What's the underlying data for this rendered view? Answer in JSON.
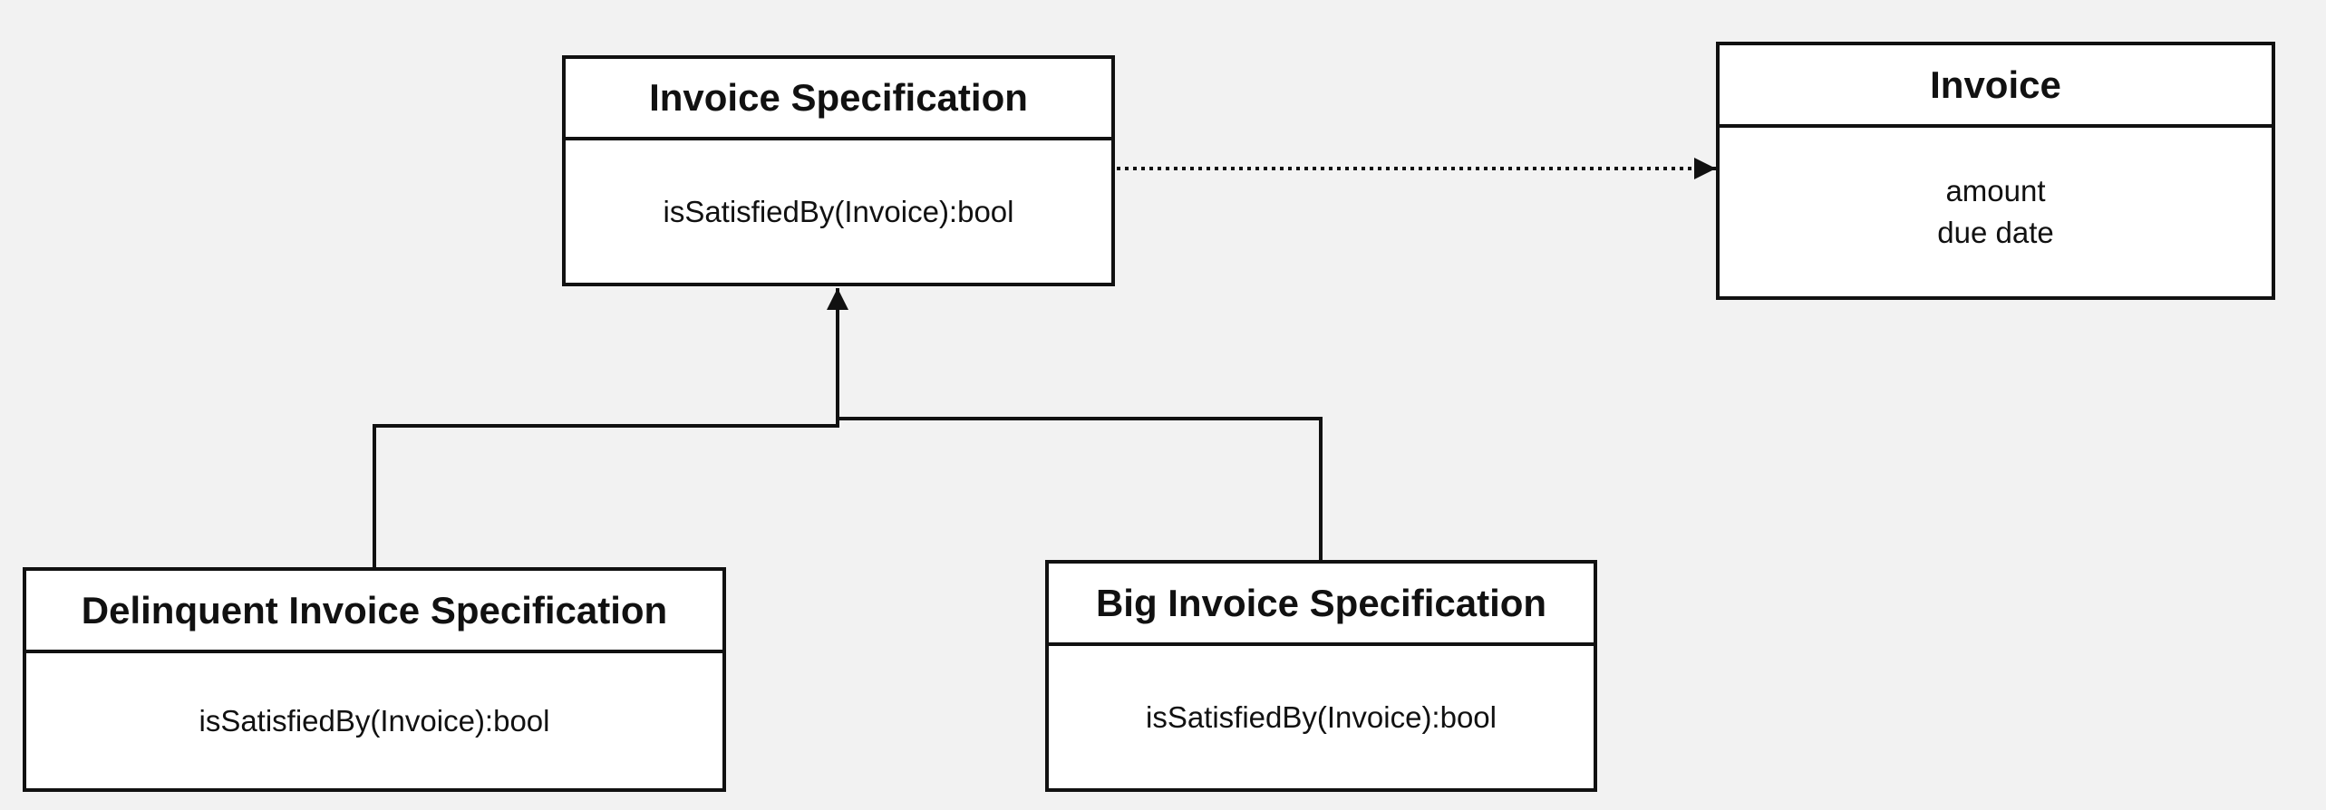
{
  "colors": {
    "background": "#f2f2f2",
    "box_fill": "#ffffff",
    "stroke": "#111111"
  },
  "classes": {
    "invoice_specification": {
      "name": "Invoice Specification",
      "members": [
        "isSatisfiedBy(Invoice):bool"
      ]
    },
    "invoice": {
      "name": "Invoice",
      "members": [
        "amount",
        "due date"
      ]
    },
    "delinquent_invoice_specification": {
      "name": "Delinquent Invoice Specification",
      "members": [
        "isSatisfiedBy(Invoice):bool"
      ]
    },
    "big_invoice_specification": {
      "name": "Big Invoice Specification",
      "members": [
        "isSatisfiedBy(Invoice):bool"
      ]
    }
  },
  "relations": [
    {
      "type": "dependency",
      "from": "invoice_specification",
      "to": "invoice",
      "style": "dotted",
      "arrowhead": "filled-triangle"
    },
    {
      "type": "generalization",
      "from": "delinquent_invoice_specification",
      "to": "invoice_specification",
      "arrowhead": "filled-triangle"
    },
    {
      "type": "generalization",
      "from": "big_invoice_specification",
      "to": "invoice_specification",
      "arrowhead": "filled-triangle"
    }
  ]
}
